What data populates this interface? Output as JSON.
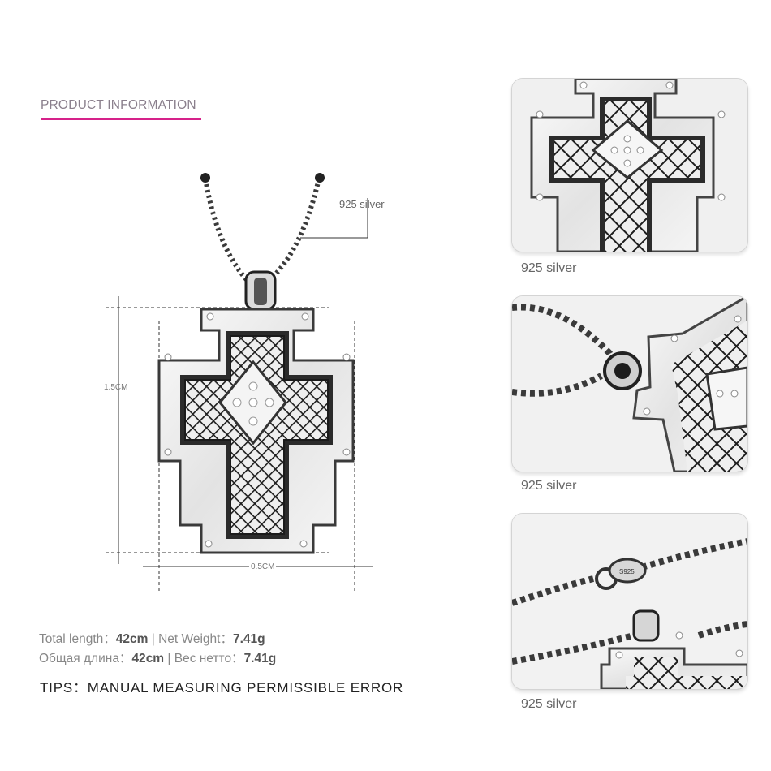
{
  "section": {
    "title": "PRODUCT INFORMATION"
  },
  "main_image": {
    "callout": "925 silver",
    "height_label": "1.5CM",
    "width_label": "0.5CM"
  },
  "specs": {
    "line1": {
      "length_label": "Total length：",
      "length_value": "42",
      "length_unit": "cm",
      "separator": " | ",
      "weight_label": "Net Weight：",
      "weight_value": "7.41g"
    },
    "line2": {
      "length_label": "Общая длина：",
      "length_value": "42",
      "length_unit": "cm",
      "separator": " | ",
      "weight_label": "Вес нетто：",
      "weight_value": "7.41g"
    }
  },
  "tips": "TIPS：MANUAL MEASURING PERMISSIBLE ERROR",
  "thumbnails": [
    {
      "caption": "925 silver"
    },
    {
      "caption": "925 silver"
    },
    {
      "caption": "925 silver"
    }
  ],
  "clasp_stamp": "S925",
  "colors": {
    "accent": "#d6228a",
    "silver": "#e8e8e8",
    "oxidized": "#2a2a2a"
  }
}
